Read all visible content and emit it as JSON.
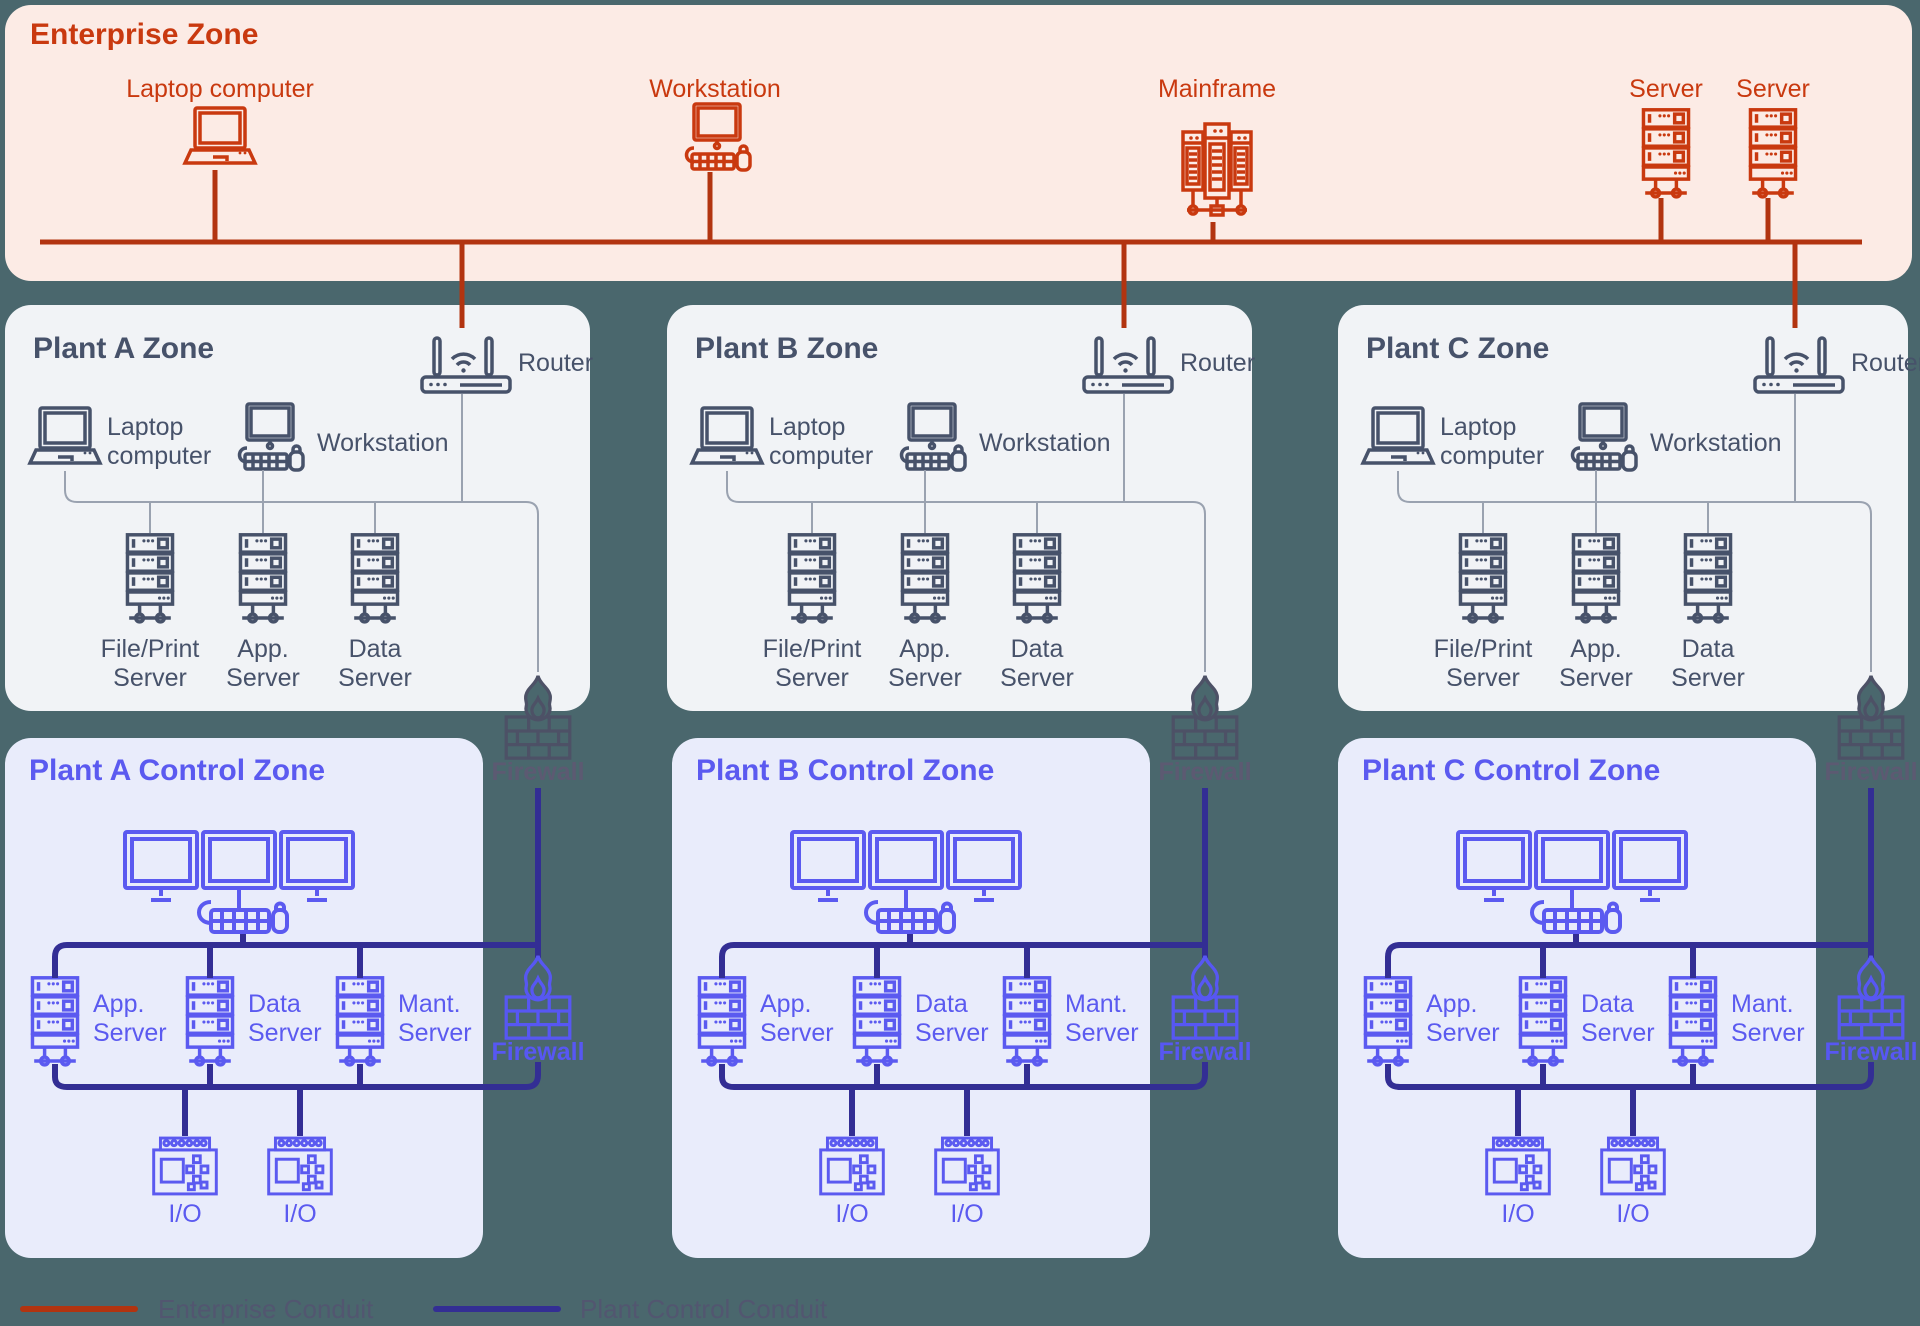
{
  "colors": {
    "bg": "#4a676d",
    "enterprise_bg": "#fcebe5",
    "enterprise_red": "#c9390f",
    "enterprise_line": "#b23410",
    "plant_bg": "#f1f3f6",
    "slate": "#47526a",
    "connector_gray": "#9aa2b0",
    "control_bg": "#e9ecfb",
    "violet": "#5b5af0",
    "conduit_indigo": "#332e94",
    "firewall_gray": "#4d5166",
    "firewall_gray_label": "#5c5a72",
    "firewall_blue": "#5757f3",
    "legend_text": "#525670"
  },
  "icons": [
    "laptop-icon",
    "workstation-icon",
    "mainframe-icon",
    "server-icon",
    "router-icon",
    "firewall-icon",
    "hmi-icon",
    "io-icon"
  ],
  "enterprise": {
    "title": "Enterprise Zone",
    "devices": [
      {
        "label": "Laptop computer"
      },
      {
        "label": "Workstation"
      },
      {
        "label": "Mainframe"
      },
      {
        "label": "Server"
      },
      {
        "label": "Server"
      }
    ]
  },
  "plant_zones": [
    {
      "title": "Plant A Zone",
      "router": "Router",
      "laptop": {
        "line1": "Laptop",
        "line2": "computer"
      },
      "workstation": "Workstation",
      "servers": [
        {
          "line1": "File/Print",
          "line2": "Server"
        },
        {
          "line1": "App.",
          "line2": "Server"
        },
        {
          "line1": "Data",
          "line2": "Server"
        }
      ],
      "firewall": "Firewall"
    },
    {
      "title": "Plant B Zone",
      "router": "Router",
      "laptop": {
        "line1": "Laptop",
        "line2": "computer"
      },
      "workstation": "Workstation",
      "servers": [
        {
          "line1": "File/Print",
          "line2": "Server"
        },
        {
          "line1": "App.",
          "line2": "Server"
        },
        {
          "line1": "Data",
          "line2": "Server"
        }
      ],
      "firewall": "Firewall"
    },
    {
      "title": "Plant C Zone",
      "router": "Router",
      "laptop": {
        "line1": "Laptop",
        "line2": "computer"
      },
      "workstation": "Workstation",
      "servers": [
        {
          "line1": "File/Print",
          "line2": "Server"
        },
        {
          "line1": "App.",
          "line2": "Server"
        },
        {
          "line1": "Data",
          "line2": "Server"
        }
      ],
      "firewall": "Firewall"
    }
  ],
  "control_zones": [
    {
      "title": "Plant A Control Zone",
      "servers": [
        {
          "line1": "App.",
          "line2": "Server"
        },
        {
          "line1": "Data",
          "line2": "Server"
        },
        {
          "line1": "Mant.",
          "line2": "Server"
        }
      ],
      "io": [
        "I/O",
        "I/O"
      ],
      "firewall": "Firewall"
    },
    {
      "title": "Plant B Control Zone",
      "servers": [
        {
          "line1": "App.",
          "line2": "Server"
        },
        {
          "line1": "Data",
          "line2": "Server"
        },
        {
          "line1": "Mant.",
          "line2": "Server"
        }
      ],
      "io": [
        "I/O",
        "I/O"
      ],
      "firewall": "Firewall"
    },
    {
      "title": "Plant C Control Zone",
      "servers": [
        {
          "line1": "App.",
          "line2": "Server"
        },
        {
          "line1": "Data",
          "line2": "Server"
        },
        {
          "line1": "Mant.",
          "line2": "Server"
        }
      ],
      "io": [
        "I/O",
        "I/O"
      ],
      "firewall": "Firewall"
    }
  ],
  "legend": {
    "enterprise_label": "Enterprise Conduit",
    "plant_label": "Plant Control Conduit"
  }
}
